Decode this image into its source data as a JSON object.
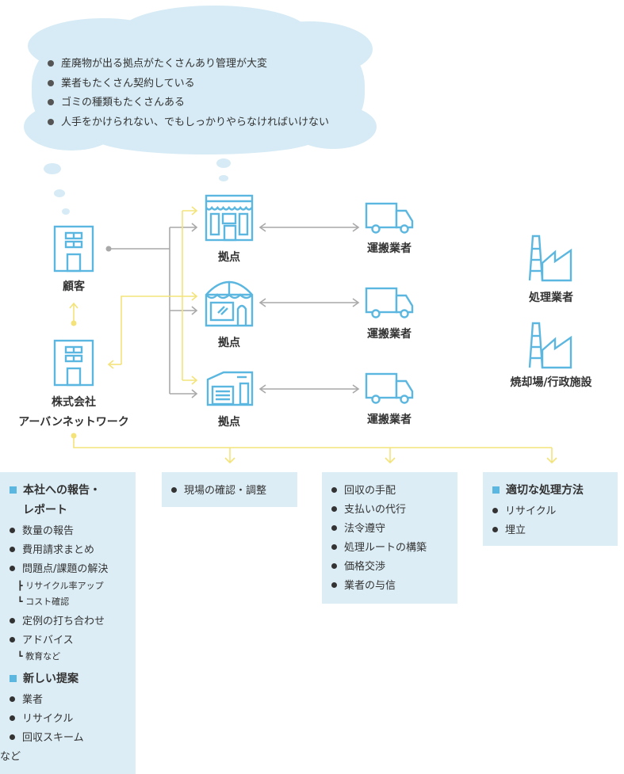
{
  "cloud": {
    "items": [
      "産廃物が出る拠点がたくさんあり管理が大変",
      "業者もたくさん契約している",
      "ゴミの種類もたくさんある",
      "人手をかけられない、でもしっかりやらなければいけない"
    ]
  },
  "nodes": {
    "customer": "顧客",
    "company_line1": "株式会社",
    "company_line2": "アーバンネットワーク",
    "base1": "拠点",
    "base2": "拠点",
    "base3": "拠点",
    "carrier1": "運搬業者",
    "carrier2": "運搬業者",
    "carrier3": "運搬業者",
    "processor": "処理業者",
    "incinerator": "焼却場/行政施設"
  },
  "panels": {
    "report": {
      "heading_line1": "本社への報告・",
      "heading_line2": "レポート",
      "items": [
        "数量の報告",
        "費用請求まとめ",
        "問題点/課題の解決"
      ],
      "subs": [
        "┣ リサイクル率アップ",
        "┗ コスト確認"
      ],
      "item_meeting": "定例の打ち合わせ",
      "item_advice": "アドバイス",
      "sub_advice": "┗ 教育など",
      "heading2": "新しい提案",
      "items2": [
        "業者",
        "リサイクル",
        "回収スキーム"
      ],
      "footer": "など"
    },
    "site": {
      "items": [
        "現場の確認・調整"
      ]
    },
    "arrange": {
      "items": [
        "回収の手配",
        "支払いの代行",
        "法令遵守",
        "処理ルートの構築",
        "価格交渉",
        "業者の与信"
      ]
    },
    "process": {
      "heading": "適切な処理方法",
      "items": [
        "リサイクル",
        "埋立"
      ]
    }
  },
  "colors": {
    "accent_blue": "#5bb7e0",
    "cloud": "#d6ebf5",
    "panel": "#dcedf5",
    "yellow_line": "#f3e37a",
    "gray_line": "#a9a9a9"
  }
}
